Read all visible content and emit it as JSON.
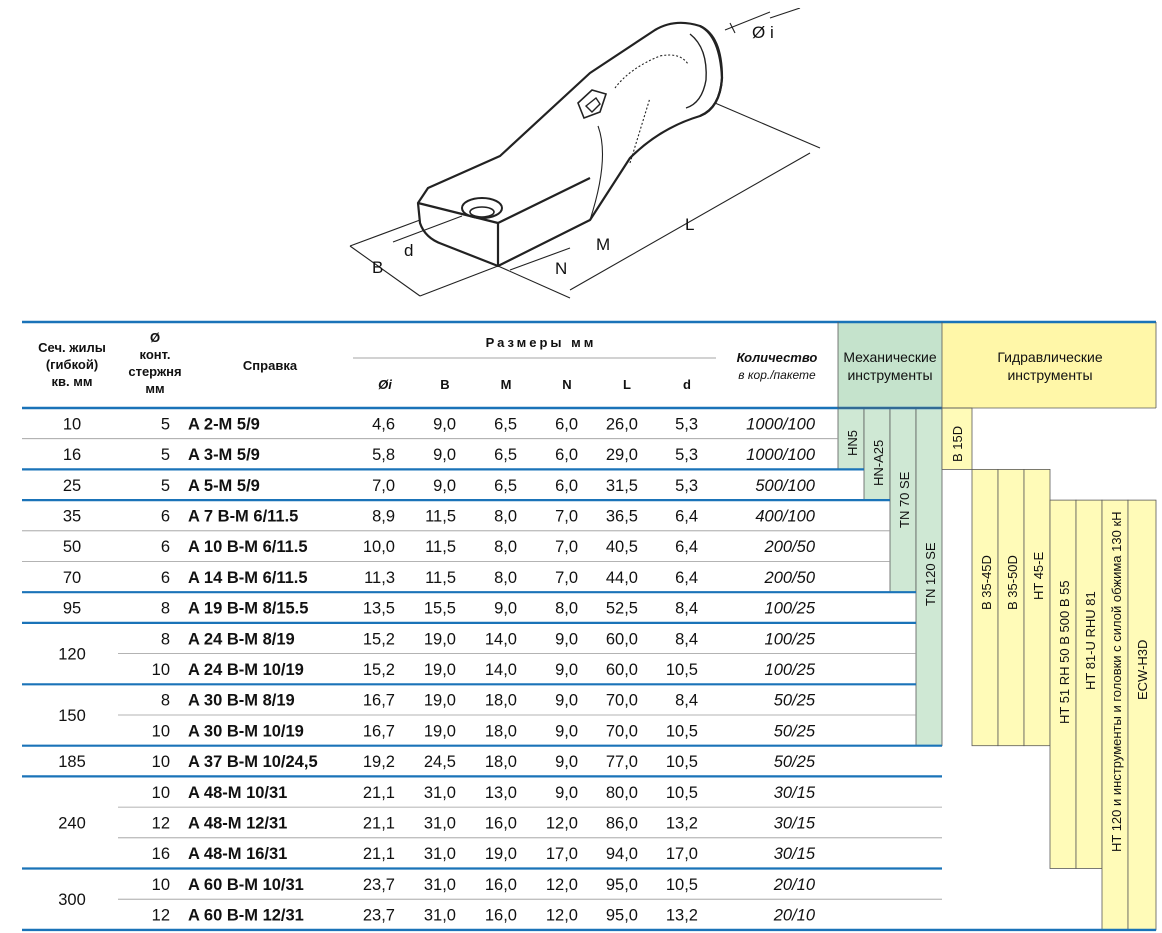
{
  "drawing": {
    "labels": {
      "diam_i": "Ø i",
      "L": "L",
      "M": "M",
      "N": "N",
      "B": "B",
      "d": "d"
    }
  },
  "header": {
    "col_section": [
      "Сеч. жилы",
      "(гибкой)",
      "кв. мм"
    ],
    "col_diam": [
      "Ø",
      "конт.",
      "стержня",
      "мм"
    ],
    "col_ref": "Справка",
    "dims_title": "Размеры мм",
    "dims": [
      "Øi",
      "B",
      "M",
      "N",
      "L",
      "d"
    ],
    "qty": [
      "Количество",
      "в кор./пакете"
    ],
    "mech": [
      "Механические",
      "инструменты"
    ],
    "hydr": [
      "Гидравлические",
      "инструменты"
    ]
  },
  "rows": [
    {
      "section": "10",
      "d": "5",
      "ref": "A 2-M 5/9",
      "oi": "4,6",
      "b": "9,0",
      "m": "6,5",
      "n": "6,0",
      "l": "26,0",
      "dd": "5,3",
      "qty": "1000/100"
    },
    {
      "section": "16",
      "d": "5",
      "ref": "A 3-M 5/9",
      "oi": "5,8",
      "b": "9,0",
      "m": "6,5",
      "n": "6,0",
      "l": "29,0",
      "dd": "5,3",
      "qty": "1000/100"
    },
    {
      "section": "25",
      "d": "5",
      "ref": "A 5-M 5/9",
      "oi": "7,0",
      "b": "9,0",
      "m": "6,5",
      "n": "6,0",
      "l": "31,5",
      "dd": "5,3",
      "qty": "500/100"
    },
    {
      "section": "35",
      "d": "6",
      "ref": "A 7 B-M 6/11.5",
      "oi": "8,9",
      "b": "11,5",
      "m": "8,0",
      "n": "7,0",
      "l": "36,5",
      "dd": "6,4",
      "qty": "400/100"
    },
    {
      "section": "50",
      "d": "6",
      "ref": "A 10 B-M 6/11.5",
      "oi": "10,0",
      "b": "11,5",
      "m": "8,0",
      "n": "7,0",
      "l": "40,5",
      "dd": "6,4",
      "qty": "200/50"
    },
    {
      "section": "70",
      "d": "6",
      "ref": "A 14 B-M 6/11.5",
      "oi": "11,3",
      "b": "11,5",
      "m": "8,0",
      "n": "7,0",
      "l": "44,0",
      "dd": "6,4",
      "qty": "200/50"
    },
    {
      "section": "95",
      "d": "8",
      "ref": "A 19 B-M 8/15.5",
      "oi": "13,5",
      "b": "15,5",
      "m": "9,0",
      "n": "8,0",
      "l": "52,5",
      "dd": "8,4",
      "qty": "100/25"
    },
    {
      "section": "120",
      "d": "8",
      "ref": "A 24 B-M 8/19",
      "oi": "15,2",
      "b": "19,0",
      "m": "14,0",
      "n": "9,0",
      "l": "60,0",
      "dd": "8,4",
      "qty": "100/25"
    },
    {
      "section": "",
      "d": "10",
      "ref": "A 24 B-M 10/19",
      "oi": "15,2",
      "b": "19,0",
      "m": "14,0",
      "n": "9,0",
      "l": "60,0",
      "dd": "10,5",
      "qty": "100/25"
    },
    {
      "section": "150",
      "d": "8",
      "ref": "A 30 B-M 8/19",
      "oi": "16,7",
      "b": "19,0",
      "m": "18,0",
      "n": "9,0",
      "l": "70,0",
      "dd": "8,4",
      "qty": "50/25"
    },
    {
      "section": "",
      "d": "10",
      "ref": "A 30 B-M 10/19",
      "oi": "16,7",
      "b": "19,0",
      "m": "18,0",
      "n": "9,0",
      "l": "70,0",
      "dd": "10,5",
      "qty": "50/25"
    },
    {
      "section": "185",
      "d": "10",
      "ref": "A 37 B-M 10/24,5",
      "oi": "19,2",
      "b": "24,5",
      "m": "18,0",
      "n": "9,0",
      "l": "77,0",
      "dd": "10,5",
      "qty": "50/25"
    },
    {
      "section": "240",
      "d": "10",
      "ref": "A 48-M 10/31",
      "oi": "21,1",
      "b": "31,0",
      "m": "13,0",
      "n": "9,0",
      "l": "80,0",
      "dd": "10,5",
      "qty": "30/15"
    },
    {
      "section": "",
      "d": "12",
      "ref": "A 48-M 12/31",
      "oi": "21,1",
      "b": "31,0",
      "m": "16,0",
      "n": "12,0",
      "l": "86,0",
      "dd": "13,2",
      "qty": "30/15"
    },
    {
      "section": "",
      "d": "16",
      "ref": "A 48-M 16/31",
      "oi": "21,1",
      "b": "31,0",
      "m": "19,0",
      "n": "17,0",
      "l": "94,0",
      "dd": "17,0",
      "qty": "30/15"
    },
    {
      "section": "300",
      "d": "10",
      "ref": "A 60 B-M 10/31",
      "oi": "23,7",
      "b": "31,0",
      "m": "16,0",
      "n": "12,0",
      "l": "95,0",
      "dd": "10,5",
      "qty": "20/10"
    },
    {
      "section": "",
      "d": "12",
      "ref": "A 60 B-M 12/31",
      "oi": "23,7",
      "b": "31,0",
      "m": "16,0",
      "n": "12,0",
      "l": "95,0",
      "dd": "13,2",
      "qty": "20/10"
    }
  ],
  "tools": {
    "mech": [
      "HN5",
      "HN-A25",
      "TN 70 SE",
      "TN 120 SE"
    ],
    "hydr": [
      "B 15D",
      "B 35-45D",
      "B 35-50D",
      "HT 45-E",
      "HT 51   RH 50   B 500   B 55",
      "HT 81-U   RHU 81",
      "HT 120 и инструменты и головки с силой обжима 130 кН",
      "ECW-H3D"
    ]
  },
  "colors": {
    "accent_blue": "#1a73b8",
    "mech_green": "#cfe8d4",
    "mech_header_green": "#c5e3cc",
    "hydr_yellow": "#fffbb8",
    "hydr_header_yellow": "#fff7a8"
  }
}
